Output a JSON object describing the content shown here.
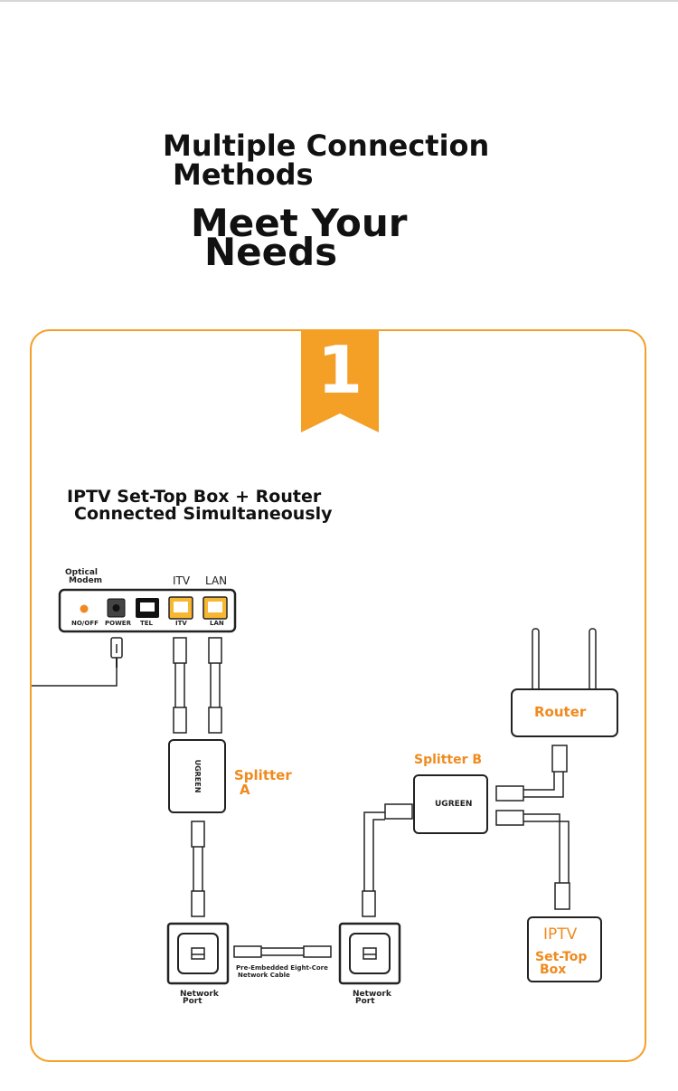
{
  "heading": {
    "line1a": "Multiple Connection",
    "line1b": "Methods",
    "line2a": "Meet Your",
    "line2b": "Needs"
  },
  "step": {
    "number": "1"
  },
  "subtitle": {
    "line1": "IPTV Set-Top Box + Router",
    "line2": "Connected Simultaneously"
  },
  "modem": {
    "label_line1": "Optical",
    "label_line2": "Modem",
    "top_itv": "ITV",
    "top_lan": "LAN",
    "port_onoff": "NO/OFF",
    "port_power": "POWER",
    "port_tel": "TEL",
    "port_itv": "ITV",
    "port_lan": "LAN"
  },
  "splitter_a": {
    "brand": "UGREEN",
    "label_line1": "Splitter",
    "label_line2": "A"
  },
  "splitter_b": {
    "brand": "UGREEN",
    "label": "Splitter B"
  },
  "router": {
    "label": "Router"
  },
  "stb": {
    "line1": "IPTV",
    "line2": "Set-Top",
    "line3": "Box"
  },
  "network_port_left": {
    "line1": "Network",
    "line2": "Port"
  },
  "network_port_right": {
    "line1": "Network",
    "line2": "Port"
  },
  "cable": {
    "line1": "Pre-Embedded Eight-Core",
    "line2": "Network Cable"
  },
  "colors": {
    "accent": "#f49f25",
    "label_orange": "#f08a1e",
    "port_yellow": "#f7b733"
  }
}
